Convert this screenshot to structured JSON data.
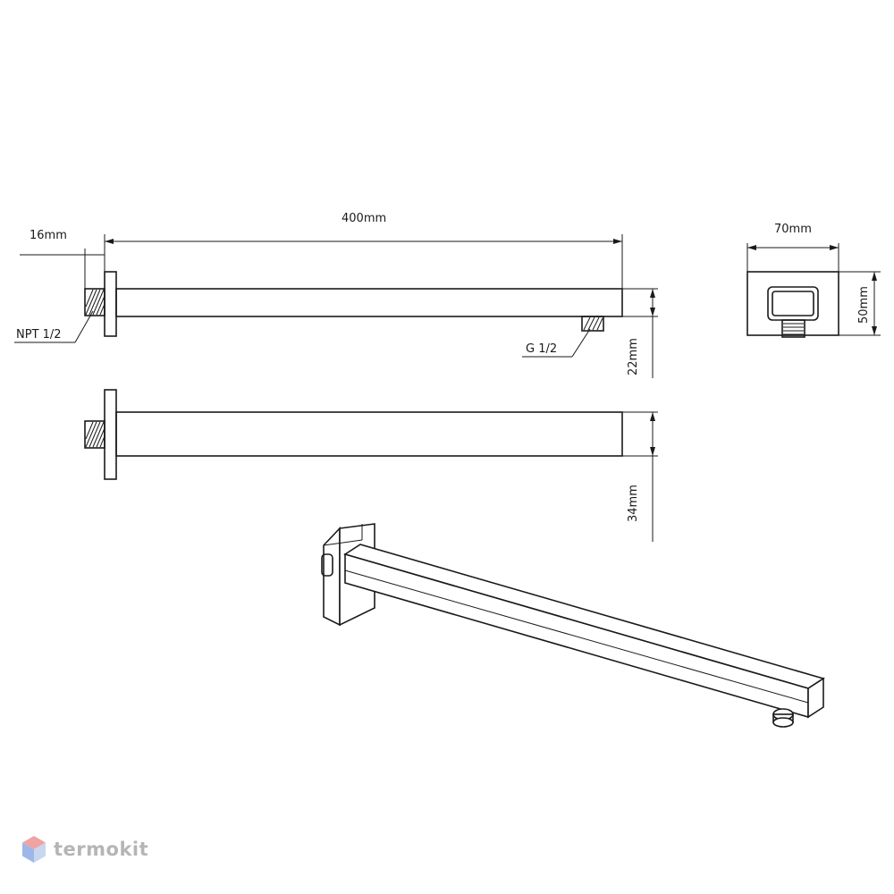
{
  "dimensions": {
    "flange_depth": "16mm",
    "arm_length": "400mm",
    "flange_width": "70mm",
    "flange_height": "50mm",
    "arm_height_top": "22mm",
    "arm_height_side": "34mm"
  },
  "threads": {
    "wall_inlet": "NPT 1/2",
    "outlet": "G 1/2"
  },
  "watermark": {
    "text": "termokit",
    "logo_icon": "hexagon-cube-icon",
    "colors": {
      "logo_top": "#f0a3a3",
      "logo_left": "#9db8e8",
      "logo_right": "#c9d6f0",
      "text": "#b5b5b5"
    }
  }
}
